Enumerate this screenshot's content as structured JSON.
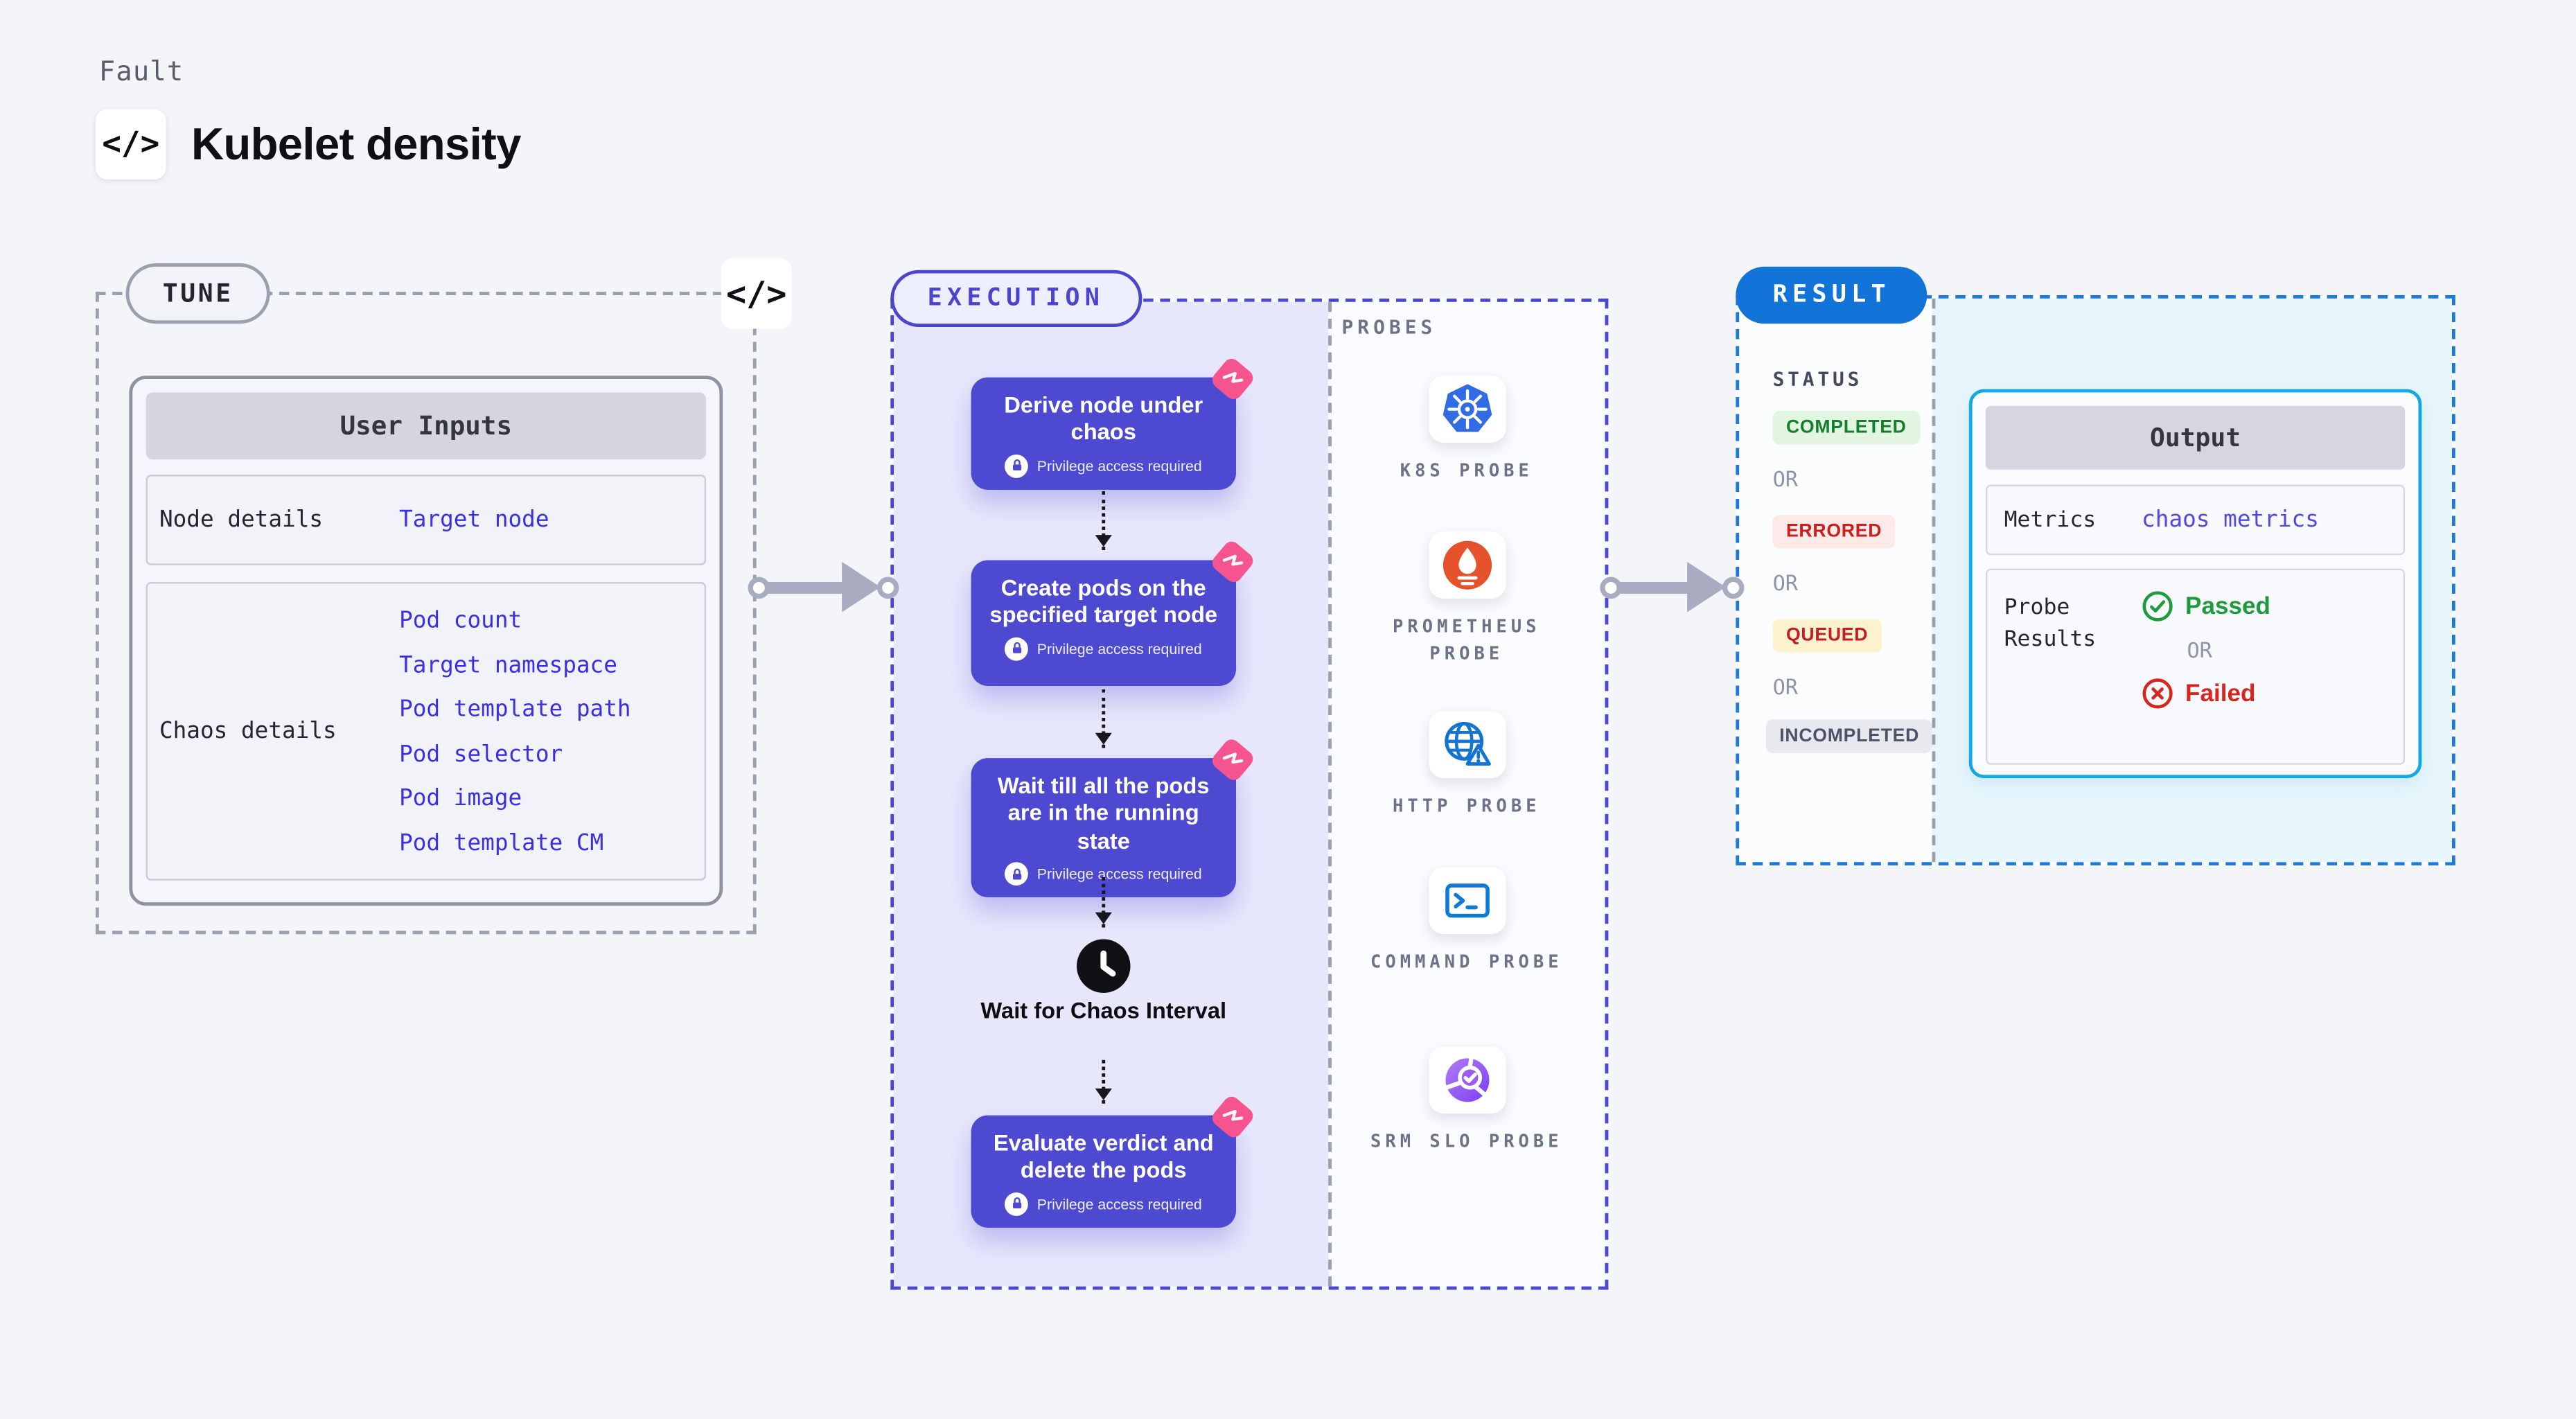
{
  "colors": {
    "page_bg": "#f3f5f9",
    "step_indigo": "#4e49d1",
    "execution_bg": "#e7e7fc",
    "execution_dash": "#4a47d3",
    "tune_dash": "#9aa0ad",
    "result_dash": "#1e79dd",
    "result_badge_bg": "#1273d8",
    "output_border": "#13a9e1",
    "output_area_bg": "#e7f6fc",
    "link_blue": "#392fe7",
    "metrics_link_blue": "#5246e8",
    "passed_green": "#1f9a3d",
    "failed_red": "#d7261d",
    "pink_badge": "#f6548e",
    "arrow_gray": "#a9abc0",
    "kubernetes_blue": "#326ce5",
    "prometheus_orange": "#e6522c",
    "http_blue": "#1474d4",
    "srm_purple": "#8a4cf3"
  },
  "header": {
    "eyebrow": "Fault",
    "title": "Kubelet density",
    "code_glyph": "</>"
  },
  "tune": {
    "badge": "TUNE",
    "code_glyph": "</>",
    "table": {
      "header": "User Inputs",
      "rows": [
        {
          "label": "Node details",
          "links": [
            "Target node"
          ]
        },
        {
          "label": "Chaos details",
          "links": [
            "Pod count",
            "Target namespace",
            "Pod template path",
            "Pod selector",
            "Pod image",
            "Pod template CM"
          ]
        }
      ]
    }
  },
  "execution": {
    "badge": "EXECUTION",
    "steps": [
      {
        "title": "Derive node under chaos",
        "note": "Privilege access required"
      },
      {
        "title": "Create pods on the specified target node",
        "note": "Privilege access required"
      },
      {
        "title": "Wait till all the pods are in the running state",
        "note": "Privilege access required"
      },
      {
        "title": "Evaluate verdict and delete the pods",
        "note": "Privilege access required"
      }
    ],
    "wait_label": "Wait for Chaos Interval"
  },
  "probes": {
    "heading": "PROBES",
    "items": [
      {
        "label": "K8S PROBE",
        "icon": "kubernetes-icon"
      },
      {
        "label": "PROMETHEUS PROBE",
        "icon": "prometheus-icon"
      },
      {
        "label": "HTTP PROBE",
        "icon": "globe-alert-icon"
      },
      {
        "label": "COMMAND PROBE",
        "icon": "terminal-icon"
      },
      {
        "label": "SRM SLO PROBE",
        "icon": "slo-donut-icon"
      }
    ]
  },
  "result": {
    "badge": "RESULT",
    "status": {
      "heading": "STATUS",
      "or": "OR",
      "items": [
        {
          "label": "COMPLETED",
          "tone": "success"
        },
        {
          "label": "ERRORED",
          "tone": "error"
        },
        {
          "label": "QUEUED",
          "tone": "warning"
        },
        {
          "label": "INCOMPLETED",
          "tone": "neutral"
        }
      ]
    },
    "output": {
      "header": "Output",
      "metrics_label": "Metrics",
      "metrics_value": "chaos metrics",
      "probe_results_label": "Probe Results",
      "passed_label": "Passed",
      "or": "OR",
      "failed_label": "Failed"
    }
  }
}
